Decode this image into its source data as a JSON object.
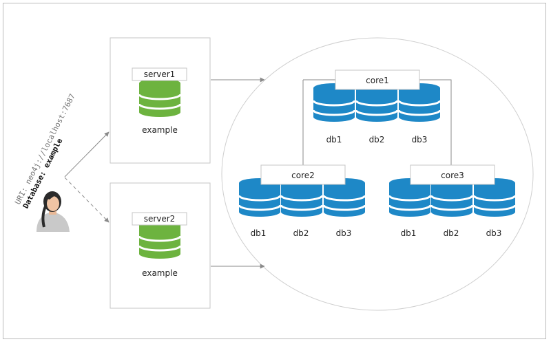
{
  "connection": {
    "uri_label": "URI:",
    "uri_value": "neo4j://localhost:7687",
    "db_label": "Database:",
    "db_value": "example"
  },
  "servers": [
    {
      "name": "server1",
      "db": "example"
    },
    {
      "name": "server2",
      "db": "example"
    }
  ],
  "cores": [
    {
      "name": "core1",
      "dbs": [
        "db1",
        "db2",
        "db3"
      ]
    },
    {
      "name": "core2",
      "dbs": [
        "db1",
        "db2",
        "db3"
      ]
    },
    {
      "name": "core3",
      "dbs": [
        "db1",
        "db2",
        "db3"
      ]
    }
  ],
  "colors": {
    "server_db": "#6db33f",
    "core_db": "#1e88c7",
    "border": "#bdbdbd",
    "arrow": "#8a8a8a"
  },
  "icons": {
    "user": "user-avatar-icon",
    "database": "database-icon"
  }
}
